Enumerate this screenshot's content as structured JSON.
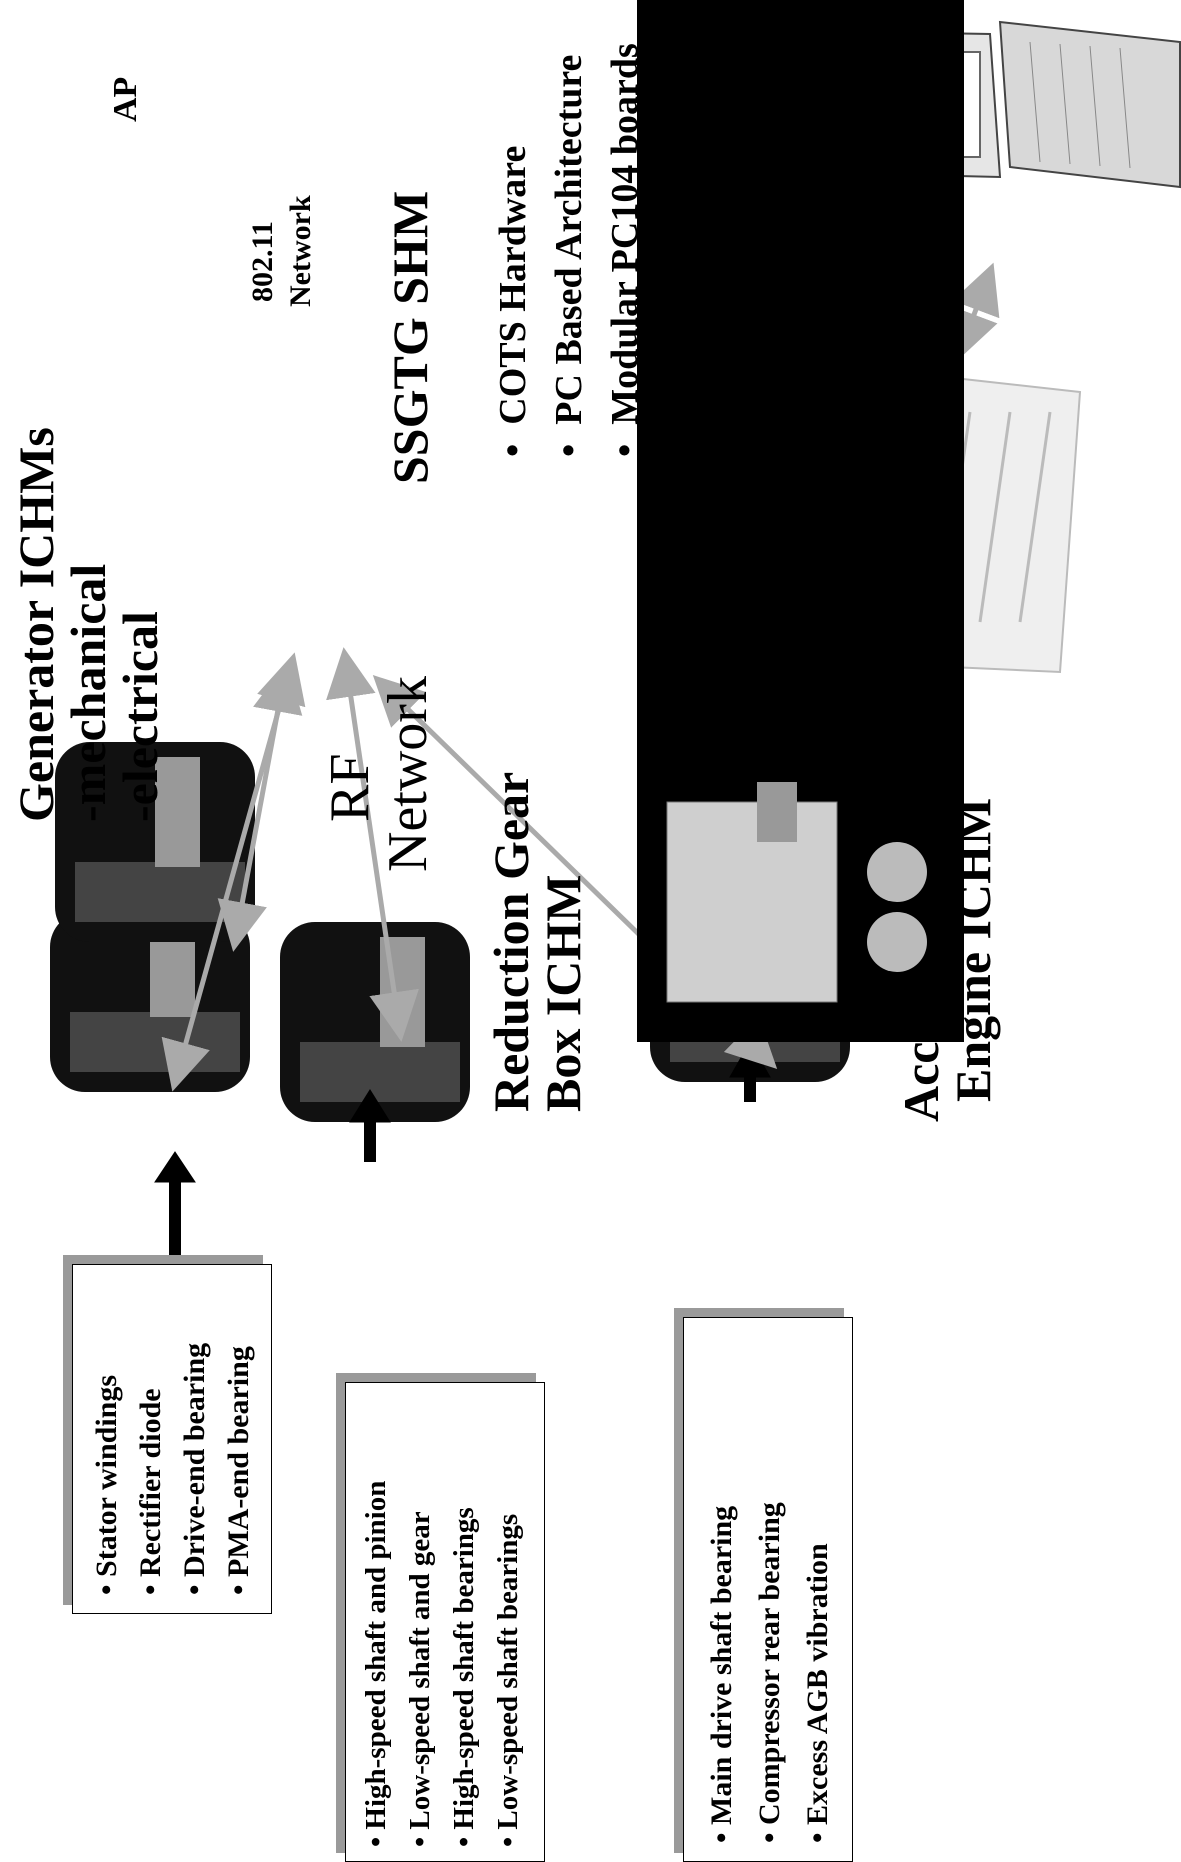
{
  "hub": {
    "title": "SSGTG SHM"
  },
  "ap": {
    "label": "AP"
  },
  "network_802": {
    "line1": "802.11",
    "line2": "Network"
  },
  "rf_network": {
    "line1": "RF",
    "line2": "Network"
  },
  "cots": {
    "items": [
      "COTS Hardware",
      "PC Based Architecture",
      "Modular PC104 boards"
    ]
  },
  "generator": {
    "title": "Generator ICHMs",
    "sub1": "-mechanical",
    "sub2": "-electrical"
  },
  "generator_faults": {
    "items": [
      "Stator windings",
      "Rectifier diode",
      "Drive-end bearing",
      "PMA-end bearing"
    ]
  },
  "reduction_gear": {
    "line1": "Reduction Gear",
    "line2": "Box ICHM"
  },
  "reduction_faults": {
    "items": [
      "High-speed shaft and pinion",
      "Low-speed shaft and gear",
      "High-speed shaft bearings",
      "Low-speed shaft bearings"
    ]
  },
  "accessory": {
    "line1": "Accessory Gear Box",
    "line2": "Engine ICHM"
  },
  "accessory_faults": {
    "items": [
      "Main drive shaft bearing",
      "Compressor rear bearing",
      "Excess AGB vibration"
    ]
  }
}
